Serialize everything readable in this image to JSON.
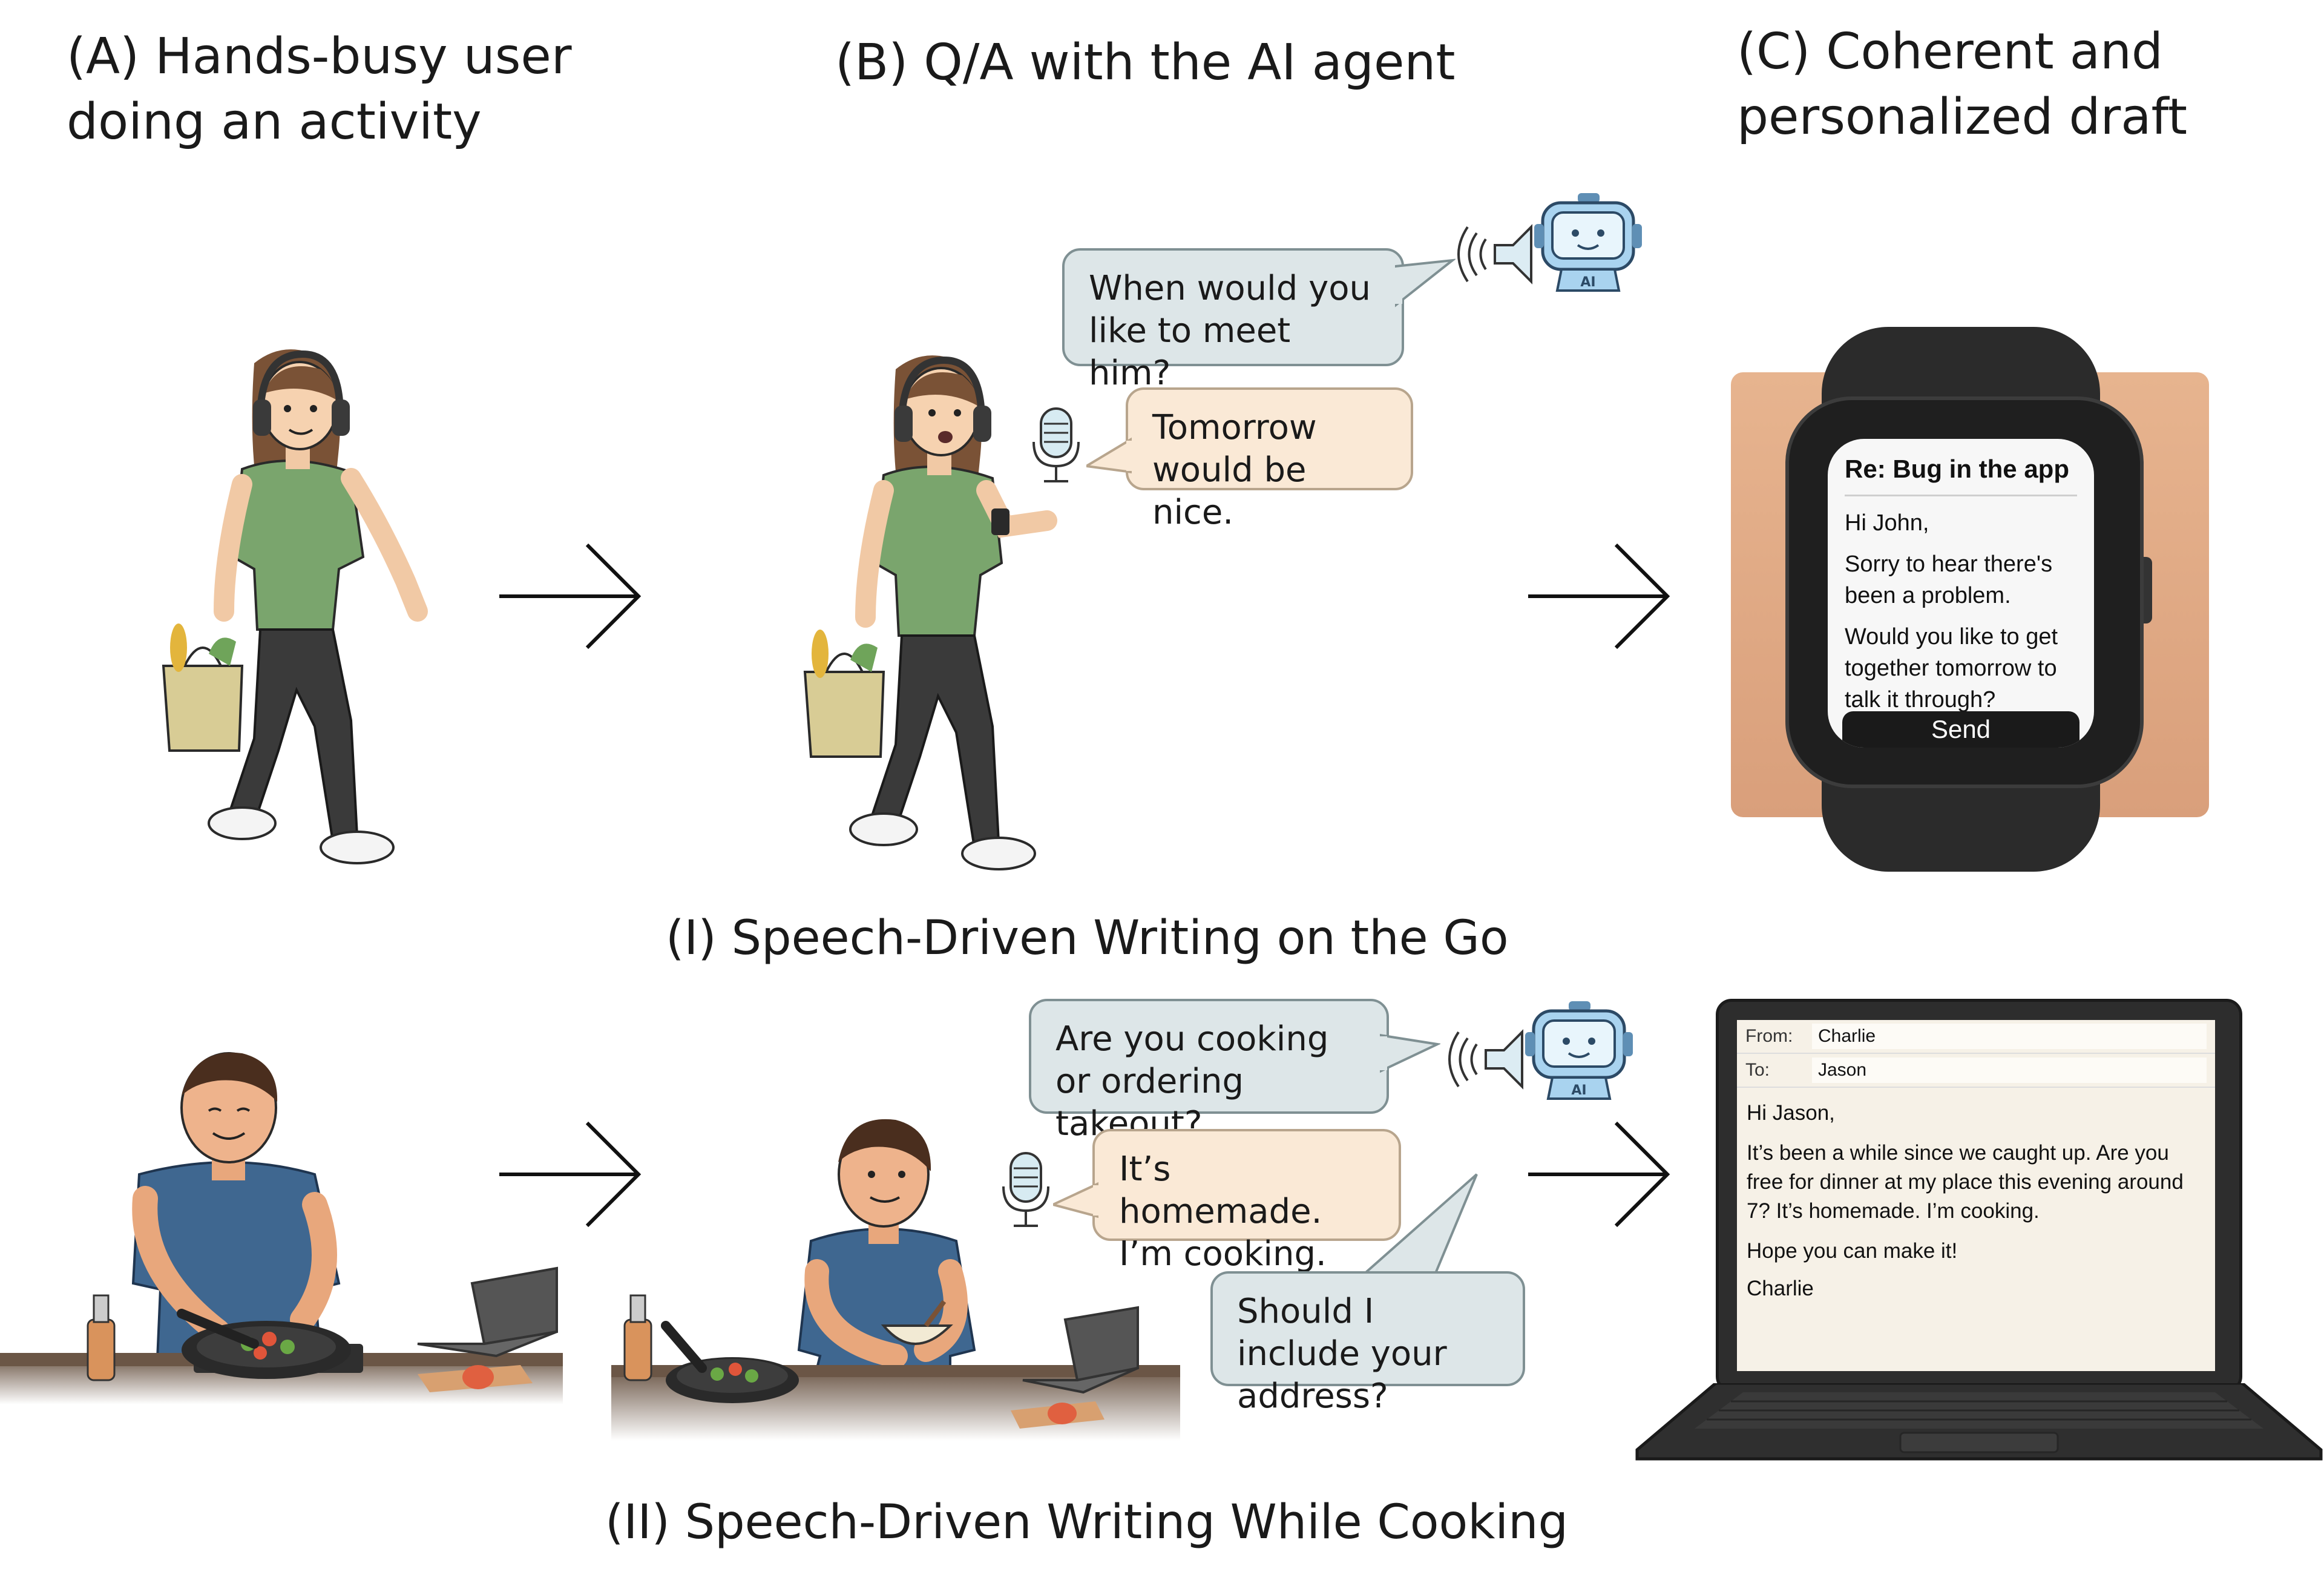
{
  "columns": {
    "a": "(A) Hands-busy user doing an activity",
    "b": "(B) Q/A with the AI agent",
    "c": "(C) Coherent and personalized draft"
  },
  "rows": {
    "walk_title": "(I) Speech-Driven Writing on the Go",
    "cook_title": "(II) Speech-Driven Writing While Cooking"
  },
  "walk": {
    "agent_question": "When would you like to meet him?",
    "user_answer": "Tomorrow would be nice.",
    "agent_label": "AI",
    "watch": {
      "subject": "Re: Bug in the app",
      "greeting": "Hi John,",
      "line1": "Sorry to hear there's been a problem.",
      "line2": "Would you like to get together tomorrow to talk it through?",
      "send": "Send"
    }
  },
  "cook": {
    "agent_question": "Are you cooking or ordering takeout?",
    "user_answer": "It’s homemade. I’m cooking.",
    "agent_question2": "Should I include your address?",
    "agent_label": "AI",
    "email": {
      "from_label": "From:",
      "from_value": "Charlie",
      "to_label": "To:",
      "to_value": "Jason",
      "greeting": "Hi Jason,",
      "body": "It’s been a while since we caught up. Are you free for dinner at my place this evening around 7? It’s homemade. I’m cooking.",
      "closing": "Hope you can make it!",
      "signature": "Charlie"
    }
  },
  "colors": {
    "question_bubble": "#dde6e8",
    "answer_bubble": "#fae9d6",
    "shirt_green": "#7aa56d",
    "shirt_blue": "#3f6790",
    "robot_blue": "#a9d3ef"
  }
}
